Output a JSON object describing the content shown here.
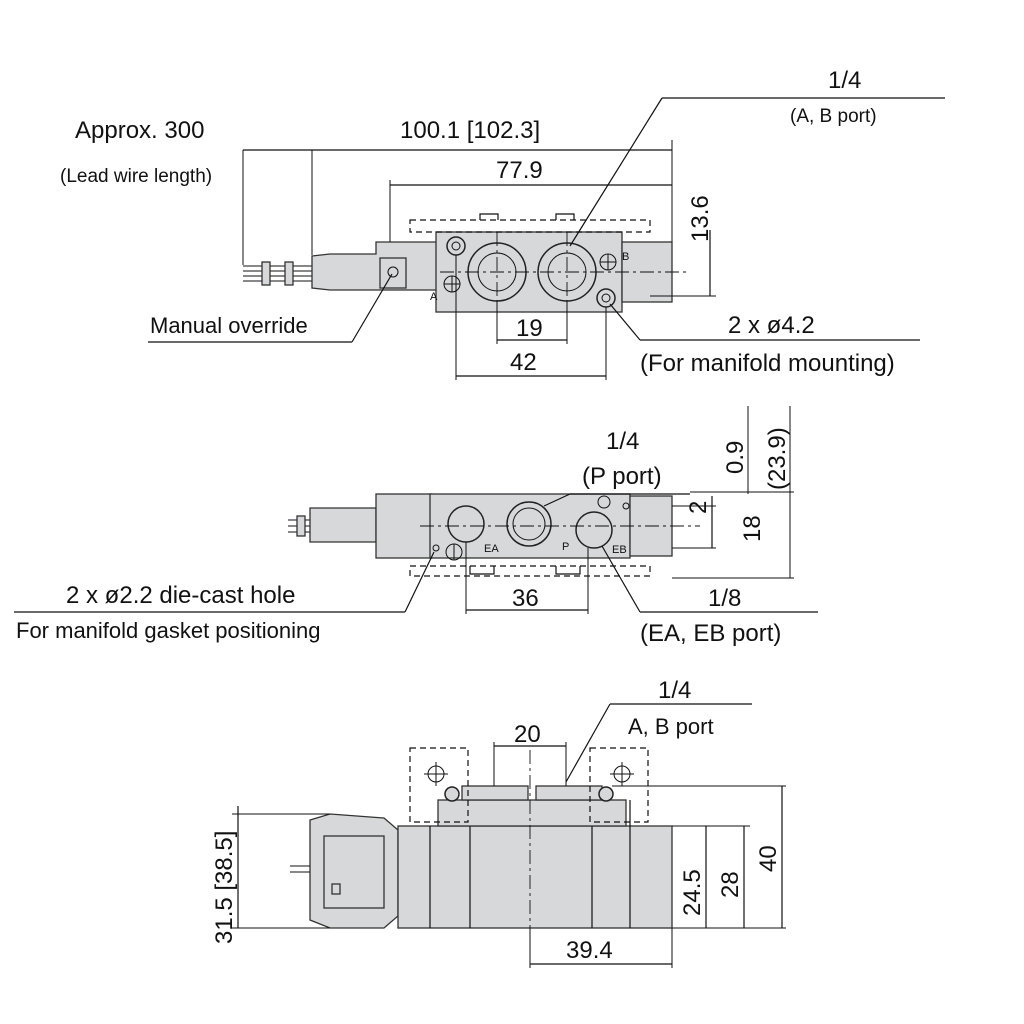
{
  "top_view": {
    "lead_wire_approx": "Approx. 300",
    "lead_wire_note": "(Lead wire length)",
    "overall_length": "100.1 [102.3]",
    "body_length": "77.9",
    "height_dim": "13.6",
    "ab_port_size": "1/4",
    "ab_port_label": "(A, B port)",
    "manual_override": "Manual override",
    "port_pitch": "19",
    "mount_pitch": "42",
    "mount_hole": "2 x ø4.2",
    "mount_note": "(For manifold mounting)",
    "marker_a": "A",
    "marker_b": "B"
  },
  "side_view": {
    "p_port_size": "1/4",
    "p_port_label": "(P port)",
    "dim_09": "0.9",
    "dim_239": "(23.9)",
    "dim_2": "2",
    "dim_18": "18",
    "diecast_hole": "2 x ø2.2 die-cast hole",
    "diecast_note": "For manifold gasket positioning",
    "ea_eb_pitch": "36",
    "exhaust_size": "1/8",
    "exhaust_label": "(EA, EB port)",
    "label_ea": "EA",
    "label_p": "P",
    "label_eb": "EB"
  },
  "front_view": {
    "ab_port_size": "1/4",
    "ab_port_label": "A, B port",
    "dim_20": "20",
    "dim_315": "31.5 [38.5]",
    "dim_245": "24.5",
    "dim_28": "28",
    "dim_40": "40",
    "dim_394": "39.4"
  }
}
